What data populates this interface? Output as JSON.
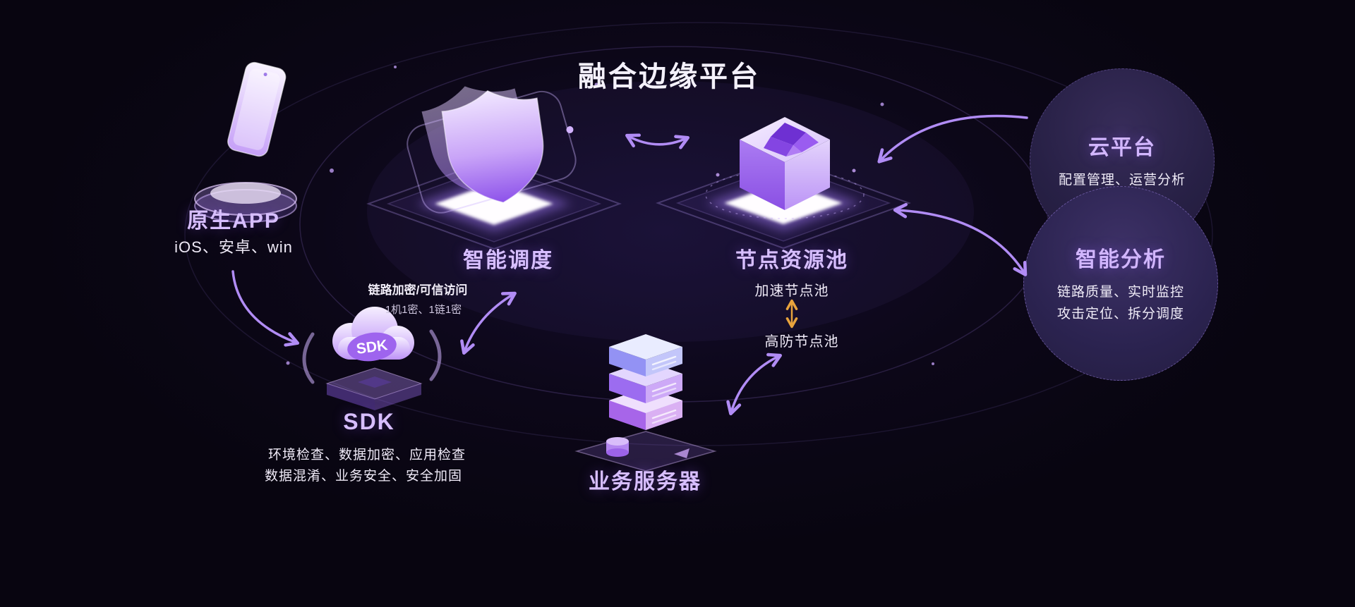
{
  "title": "融合边缘平台",
  "colors": {
    "background": "#0a0613",
    "accent_purple": "#b18cf5",
    "label_purple": "#d7beff",
    "text_white": "#f1edf8",
    "orange": "#e8a33d"
  },
  "icons": {
    "native_app": "phone-pedestal-icon",
    "smart_scheduling": "shield-icon",
    "node_resource_pool": "cube-icon",
    "sdk": "sdk-cloud-icon",
    "business_server": "server-stack-icon"
  },
  "nodes": {
    "native_app": {
      "label": "原生APP",
      "subtitle": "iOS、安卓、win"
    },
    "smart_scheduling": {
      "label": "智能调度"
    },
    "link_note": {
      "title": "链路加密/可信访问",
      "subtitle": "1机1密、1链1密"
    },
    "node_resource_pool": {
      "label": "节点资源池",
      "pool_top": "加速节点池",
      "pool_bottom": "高防节点池"
    },
    "cloud_platform": {
      "label": "云平台",
      "desc": "配置管理、运营分析"
    },
    "smart_analysis": {
      "label": "智能分析",
      "desc_line1": "链路质量、实时监控",
      "desc_line2": "攻击定位、拆分调度"
    },
    "sdk": {
      "label": "SDK",
      "badge": "SDK",
      "desc_line1": "环境检查、数据加密、应用检查",
      "desc_line2": "数据混淆、业务安全、安全加固"
    },
    "business_server": {
      "label": "业务服务器"
    }
  }
}
